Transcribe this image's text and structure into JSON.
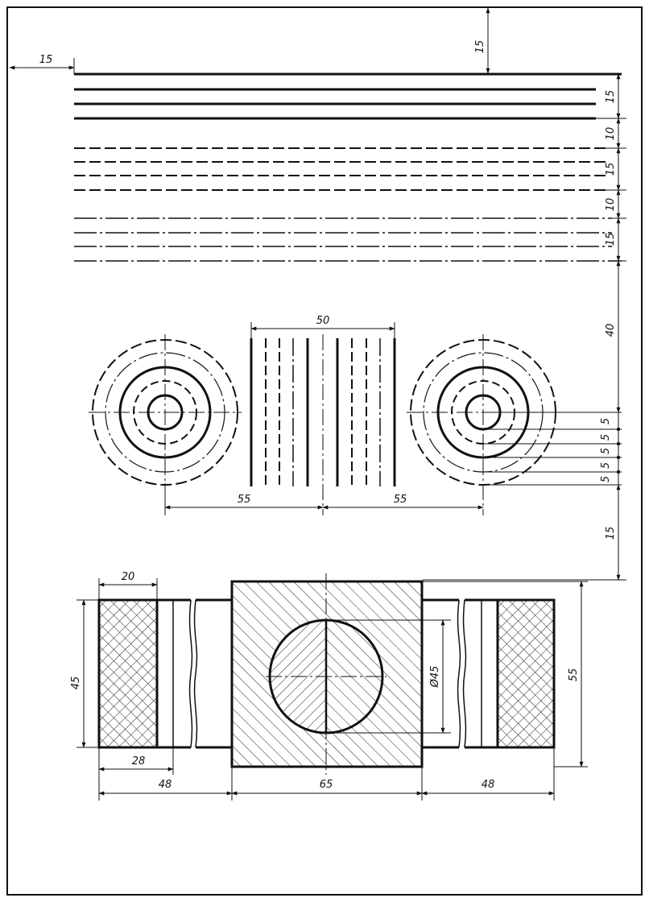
{
  "drawing": {
    "dims": {
      "top_margin": "15",
      "left_margin": "15",
      "solid_spacing": "15",
      "gap_solid_dashed": "10",
      "dashed_spacing": "15",
      "gap_dashed_dashdot": "10",
      "dashdot_spacing": "15",
      "gap_to_circles": "40",
      "ring_width_1": "5",
      "ring_width_2": "5",
      "ring_width_3": "5",
      "ring_width_4": "5",
      "ring_width_5": "5",
      "line_block_width": "50",
      "left_center_distance": "55",
      "right_center_distance": "55",
      "gap_to_part": "15",
      "knurl_width": "20",
      "part_height": "45",
      "knurl_to_break": "28",
      "left_segment": "48",
      "center_block": "65",
      "right_segment": "48",
      "block_height": "55",
      "hole_diameter": "Ø45"
    }
  }
}
